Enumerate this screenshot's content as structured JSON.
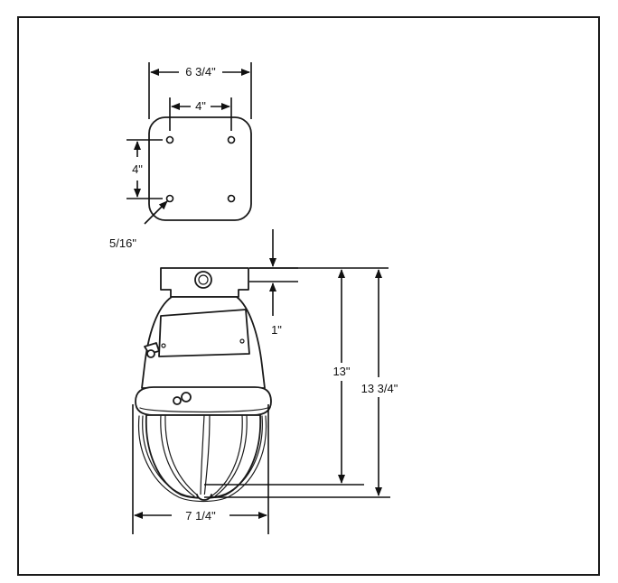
{
  "figure": {
    "accent_color": "#1a1a1a",
    "background_color": "#ffffff"
  },
  "dimensions": {
    "plate_width": "6 3/4\"",
    "hole_spacing_horizontal": "4\"",
    "hole_spacing_vertical": "4\"",
    "hole_diameter": "5/16\"",
    "cap_height": "1\"",
    "body_height": "13\"",
    "overall_height": "13 3/4\"",
    "fixture_width": "7 1/4\""
  }
}
